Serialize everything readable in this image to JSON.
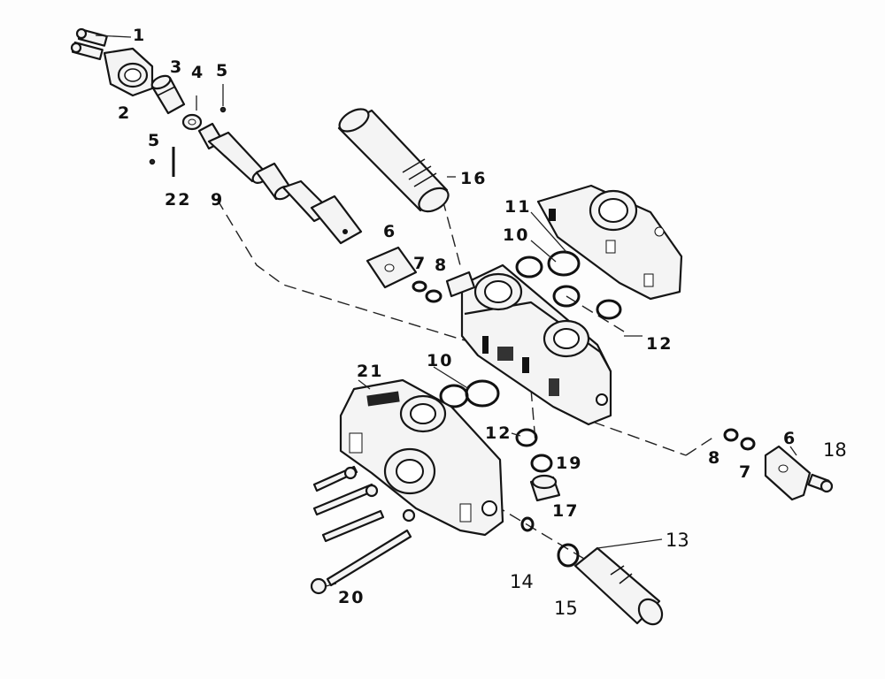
{
  "diagram": {
    "callouts": [
      {
        "id": "c1",
        "text": "1"
      },
      {
        "id": "c2",
        "text": "2"
      },
      {
        "id": "c3",
        "text": "3"
      },
      {
        "id": "c4",
        "text": "4"
      },
      {
        "id": "c5a",
        "text": "5"
      },
      {
        "id": "c5b",
        "text": "5"
      },
      {
        "id": "c22",
        "text": "22"
      },
      {
        "id": "c9",
        "text": "9"
      },
      {
        "id": "c16",
        "text": "16"
      },
      {
        "id": "c11",
        "text": "11"
      },
      {
        "id": "c10a",
        "text": "10"
      },
      {
        "id": "c6a",
        "text": "6"
      },
      {
        "id": "c7a",
        "text": "7"
      },
      {
        "id": "c8a",
        "text": "8"
      },
      {
        "id": "c12a",
        "text": "12"
      },
      {
        "id": "c10b",
        "text": "10"
      },
      {
        "id": "c21",
        "text": "21"
      },
      {
        "id": "c12b",
        "text": "12"
      },
      {
        "id": "c19",
        "text": "19"
      },
      {
        "id": "c17",
        "text": "17"
      },
      {
        "id": "c8b",
        "text": "8"
      },
      {
        "id": "c7b",
        "text": "7"
      },
      {
        "id": "c6b",
        "text": "6"
      },
      {
        "id": "c18",
        "text": "18"
      },
      {
        "id": "c13",
        "text": "13"
      },
      {
        "id": "c14",
        "text": "14"
      },
      {
        "id": "c15",
        "text": "15"
      },
      {
        "id": "c20",
        "text": "20"
      }
    ]
  }
}
